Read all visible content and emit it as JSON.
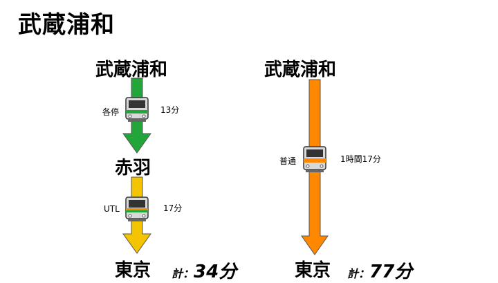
{
  "page_title": "武蔵浦和",
  "colors": {
    "green": "#22a63a",
    "yellow": "#f5c400",
    "orange": "#ff8800",
    "arrow_stroke": "#555555",
    "train_body": "#d8d8d8",
    "train_window": "#333333"
  },
  "left_route": {
    "origin": "武蔵浦和",
    "transfer": "赤羽",
    "destination": "東京",
    "leg1": {
      "service": "各停",
      "time": "13分",
      "train_stripe": "#22a63a",
      "train_icon": "train-icon"
    },
    "leg2": {
      "service": "UTL",
      "time": "17分",
      "train_stripe": "#f08a00",
      "train_icon": "train-icon"
    },
    "total_label": "計：",
    "total_value": "34分"
  },
  "right_route": {
    "origin": "武蔵浦和",
    "destination": "東京",
    "leg1": {
      "service": "普通",
      "time": "1時間17分",
      "train_stripe": "#ff8800",
      "train_icon": "train-icon"
    },
    "total_label": "計：",
    "total_value": "77分"
  }
}
